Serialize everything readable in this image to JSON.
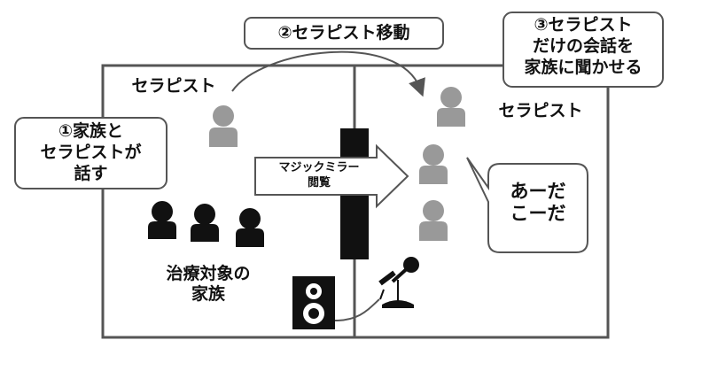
{
  "labels": {
    "therapist_left": "セラピスト",
    "therapist_right": "セラピスト",
    "mirror_arrow_line1": "マジックミラー",
    "mirror_arrow_line2": "閲覧",
    "family_caption": "治療対象の\n家族"
  },
  "callouts": {
    "step1": "①家族と\nセラピストが\n話す",
    "step2": "②セラピスト移動",
    "step3": "③セラピスト\nだけの会話を\n家族に聞かせる",
    "speech": "あーだ\nこーだ"
  },
  "colors": {
    "family_person": "#111111",
    "therapist_person": "#999999",
    "stroke": "#555555"
  },
  "icons": {
    "speaker": "speaker-icon",
    "microphone": "microphone-icon"
  }
}
